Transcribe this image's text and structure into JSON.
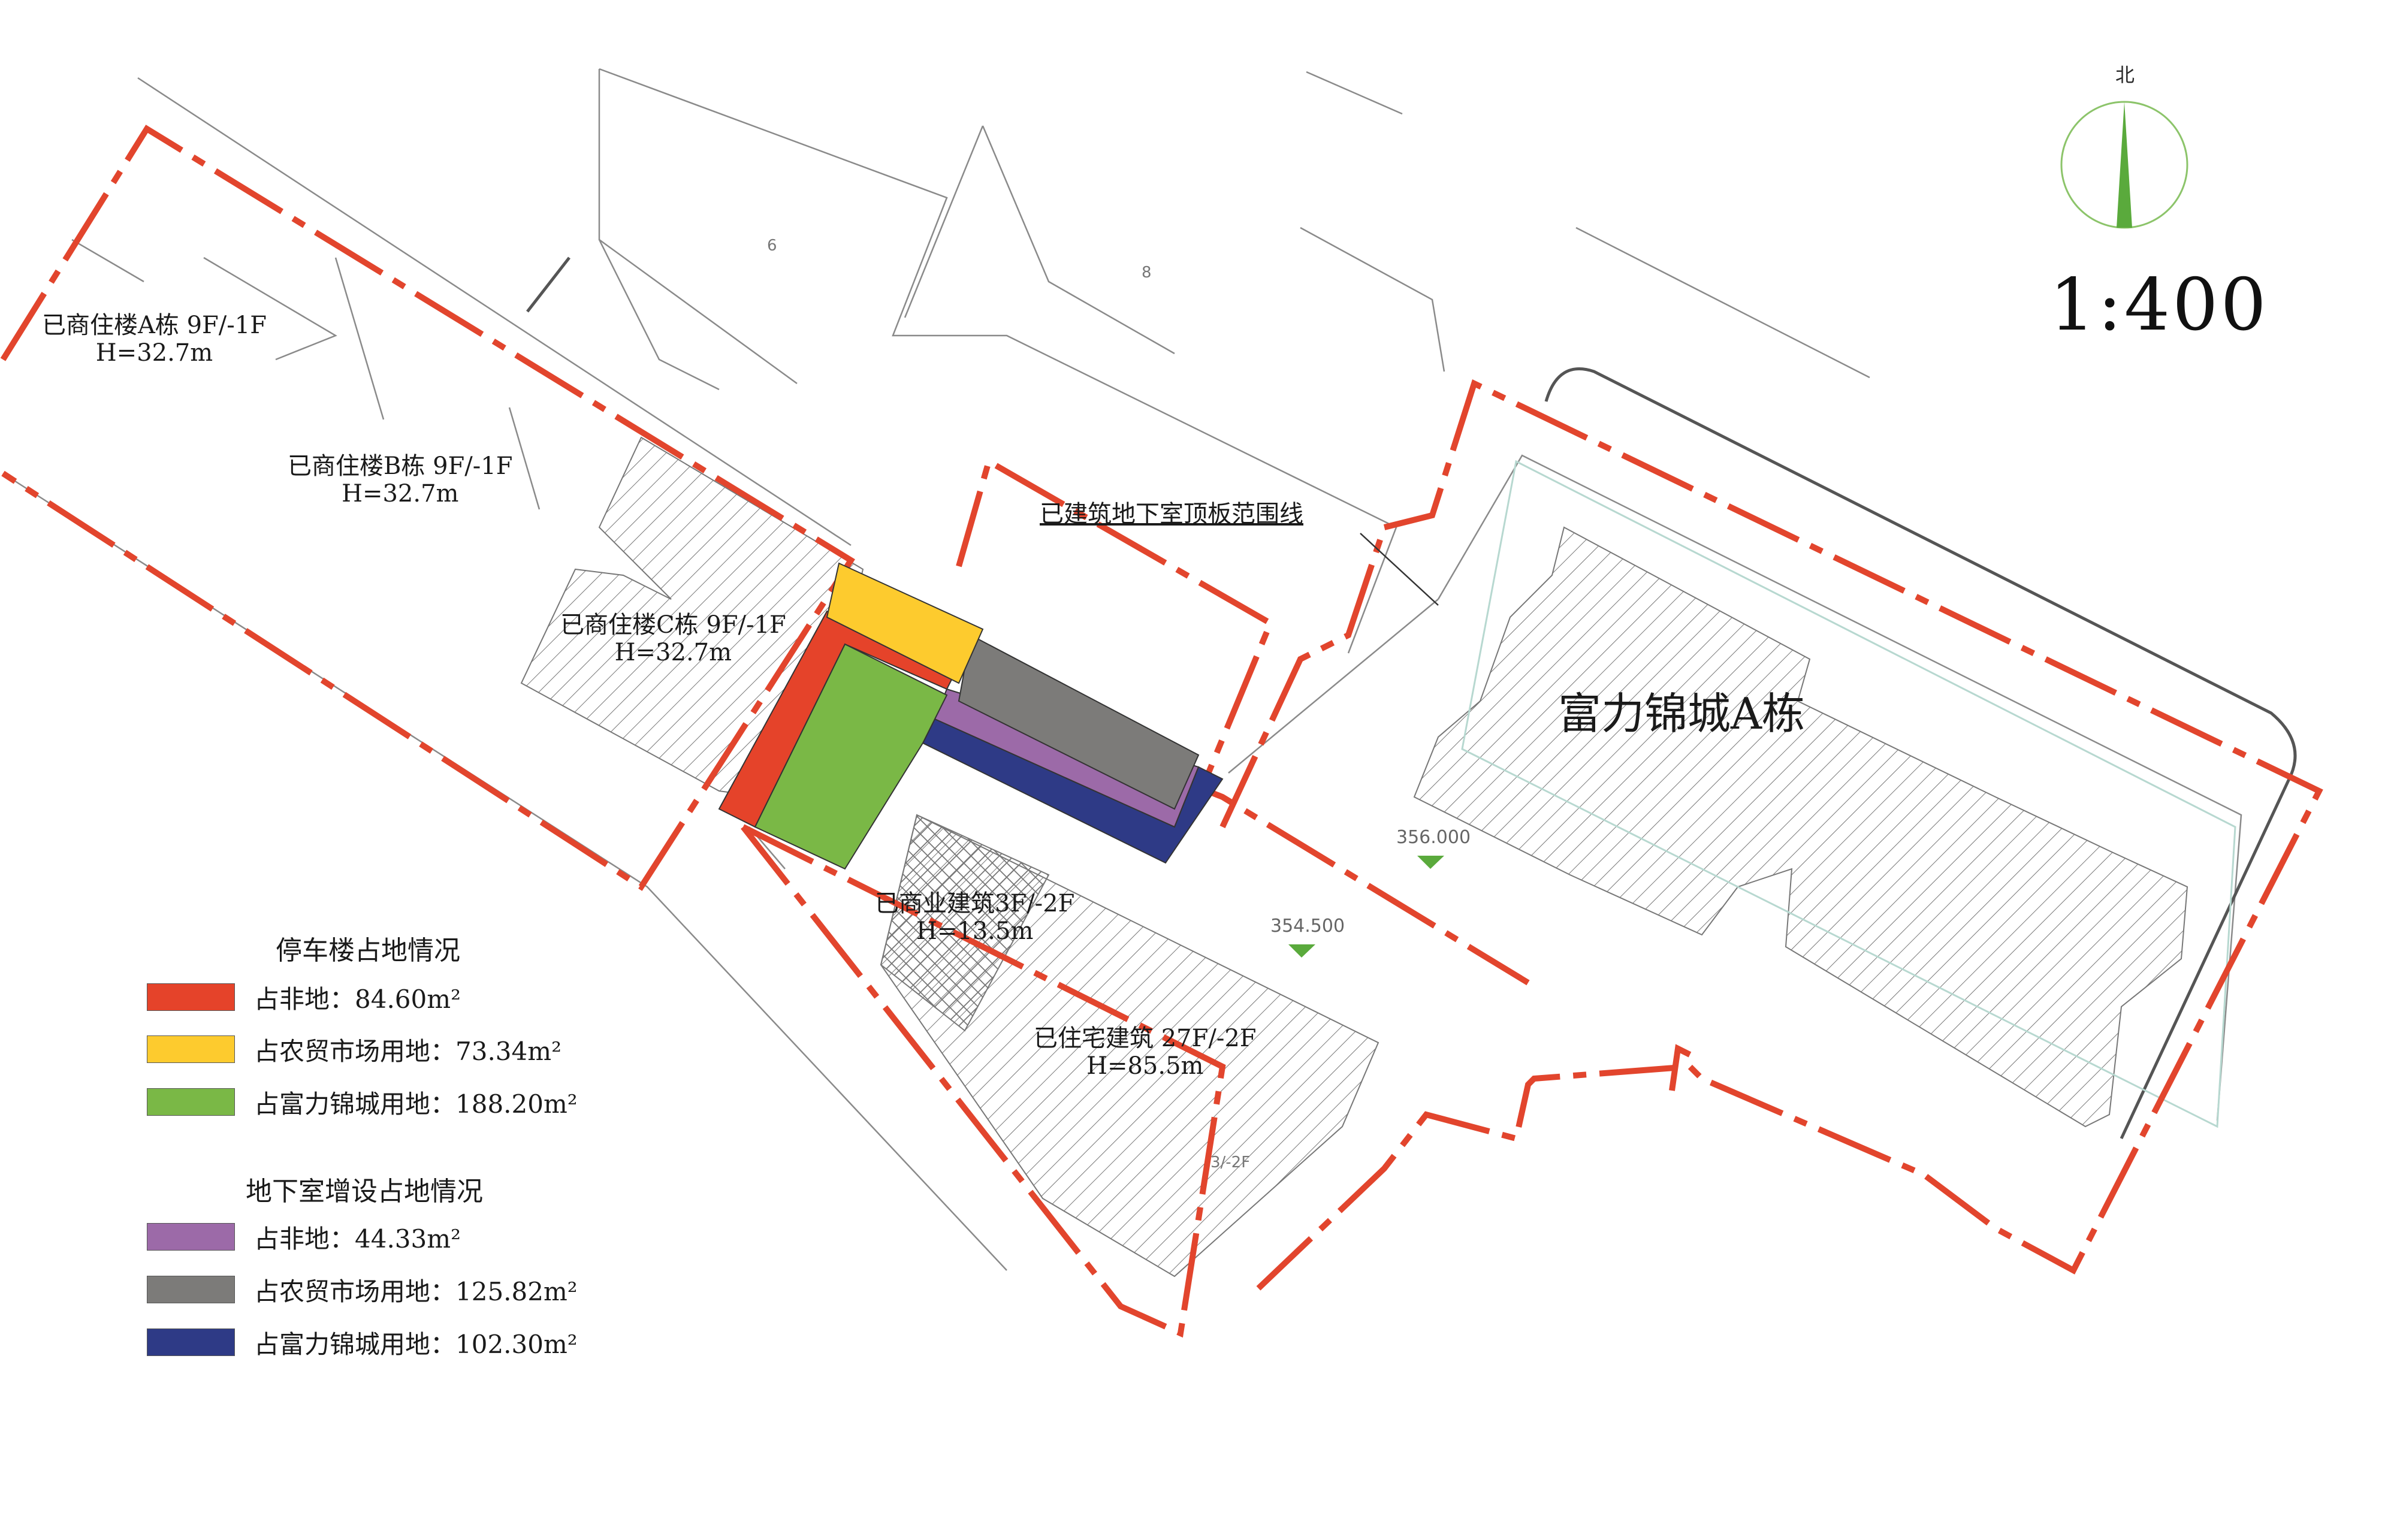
{
  "map": {
    "scale": "1:400",
    "north_label": "北",
    "underground_boundary_label": "已建筑地下室顶板范围线",
    "buildings": {
      "a": {
        "name": "已商住楼A栋 9F/-1F",
        "height": "H=32.7m"
      },
      "b": {
        "name": "已商住楼B栋 9F/-1F",
        "height": "H=32.7m"
      },
      "c": {
        "name": "已商住楼C栋 9F/-1F",
        "height": "H=32.7m"
      },
      "commercial": {
        "name": "已商业建筑3F/-2F",
        "height": "H=13.5m"
      },
      "residential": {
        "name": "已住宅建筑 27F/-2F",
        "height": "H=85.5m"
      },
      "fuli": {
        "name": "富力锦城A栋"
      }
    },
    "small_labels": {
      "label_6": "6",
      "label_8": "8",
      "label_3": "3/-2F"
    },
    "elevations": [
      "356.000",
      "354.500"
    ],
    "colors": {
      "boundary_red": "#e2452d",
      "red": "#e5432a",
      "yellow": "#fdcb2e",
      "green": "#7ab846",
      "purple": "#9c6aa8",
      "gray": "#7c7b79",
      "navy": "#2e3a86",
      "elevation_marker": "#5aaa3c"
    }
  },
  "legend": {
    "parking": {
      "title": "停车楼占地情况",
      "items": [
        {
          "label": "占非地：84.60m²",
          "color": "#e5432a"
        },
        {
          "label": "占农贸市场用地：73.34m²",
          "color": "#fdcb2e"
        },
        {
          "label": "占富力锦城用地：188.20m²",
          "color": "#7ab846"
        }
      ]
    },
    "basement": {
      "title": "地下室增设占地情况",
      "items": [
        {
          "label": "占非地：44.33m²",
          "color": "#9c6aa8"
        },
        {
          "label": "占农贸市场用地：125.82m²",
          "color": "#7c7b79"
        },
        {
          "label": "占富力锦城用地：102.30m²",
          "color": "#2e3a86"
        }
      ]
    }
  }
}
